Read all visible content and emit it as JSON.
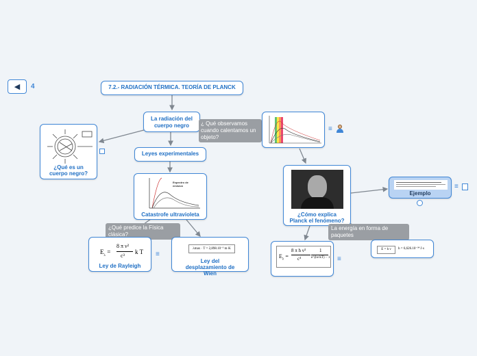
{
  "back_button": {
    "glyph": "◀",
    "label": "4"
  },
  "nodes": {
    "title": "7.2.- RADIACIÓN TÉRMICA. TEORÍA DE PLANCK",
    "radiacion": "La radiación del cuerpo negro",
    "leyes": "Leyes experimentales",
    "catastrofe": "Catastrofe ultravioleta",
    "cuerpo_negro": "¿Qué es un cuerpo negro?",
    "rayleigh": "Ley de Rayleigh",
    "wien": "Ley del desplazamiento de Wien",
    "planck": "¿Cómo explica Planck el fenómeno?",
    "ejemplo": "Ejemplo"
  },
  "labels": {
    "observamos": "¿ Qué observamos cuando calentamos un objeto?",
    "predice": "¿Qué predice la Física clásica?",
    "paquetes": "La energía en forma de paquetes"
  },
  "formulas": {
    "rayleigh_lhs": "E",
    "rayleigh_sub": "λ",
    "rayleigh_num": "8 π ν²",
    "rayleigh_den": "c³",
    "rayleigh_rest": "k T",
    "wien": "λmax · T = 2,898.10⁻³ m·K",
    "planck_lhs": "E",
    "planck_num1": "8 π h ν³",
    "planck_den1": "c³",
    "planck_num2": "1",
    "planck_den2": "e^(hν/kT) − 1",
    "energy": "E = h ν",
    "h_const": "h = 6,626.10⁻³⁴ J·s"
  },
  "graph_labels": {
    "espectro_a": "Espectro de",
    "espectro_b": "emision"
  },
  "colors": {
    "accent": "#3f86d6",
    "label_bg": "#9a9ea3",
    "ejemplo_bg": "#b9d3f3"
  },
  "icons": [
    "back-arrow-icon",
    "note-icon",
    "list-icon",
    "person-icon",
    "link-icon",
    "expand-icon"
  ]
}
